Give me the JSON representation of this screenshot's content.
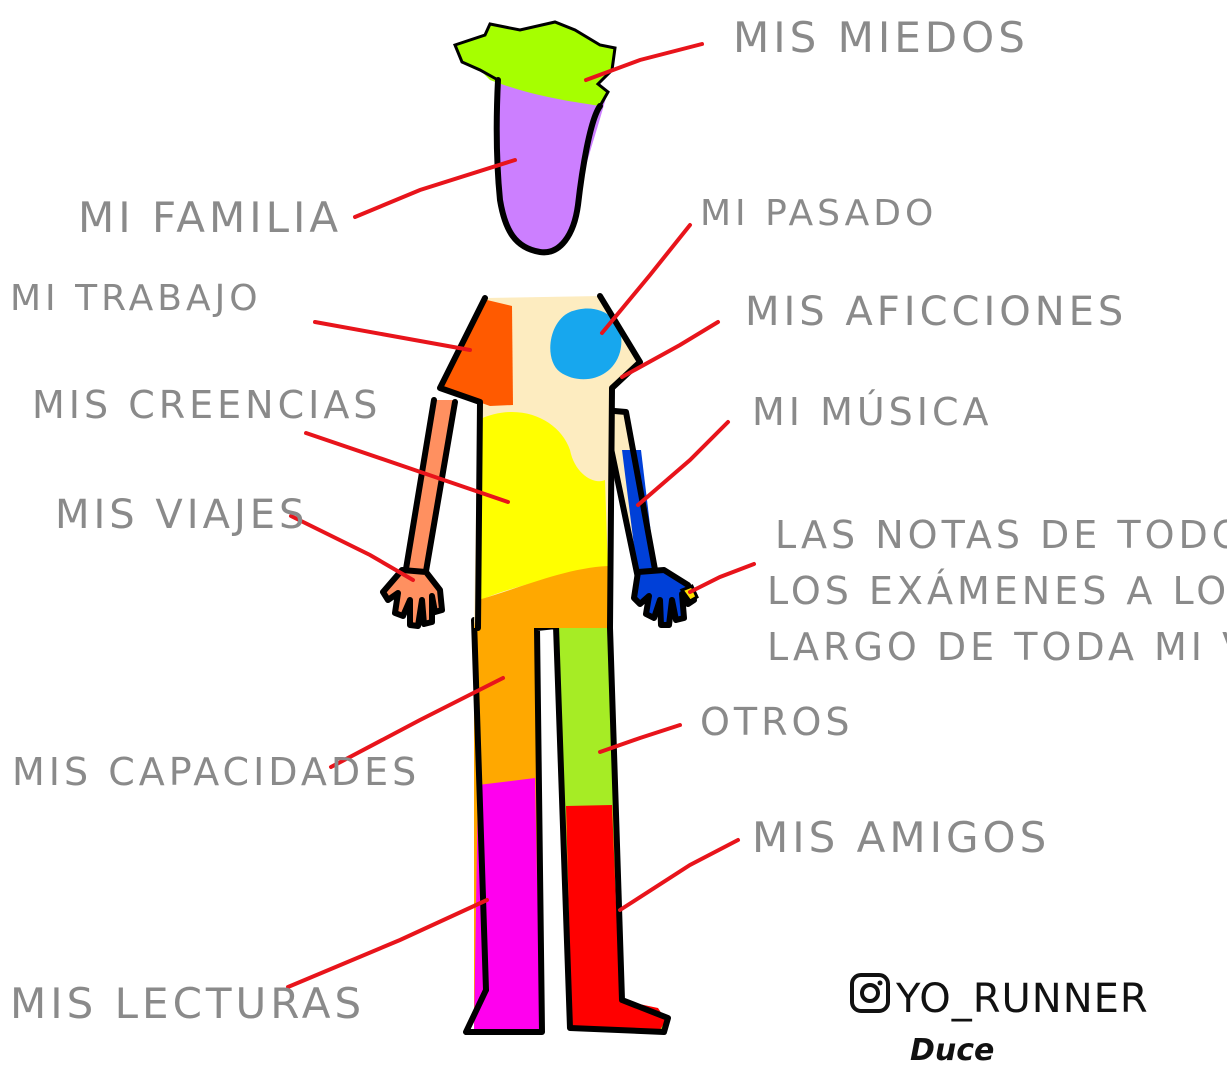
{
  "labels": {
    "miedos": "MIS MIEDOS",
    "familia": "MI FAMILIA",
    "pasado": "MI PASADO",
    "trabajo": "MI TRABAJO",
    "aficciones": "MIS AFICCIONES",
    "creencias": "MIS CREENCIAS",
    "musica": "MI MÚSICA",
    "viajes": "MIS VIAJES",
    "notas_1": "LAS NOTAS DE TODOS",
    "notas_2": "LOS EXÁMENES A LO",
    "notas_3": "LARGO DE TODA MI VIDA",
    "capacidades": "MIS CAPACIDADES",
    "otros": "OTROS",
    "amigos": "MIS AMIGOS",
    "lecturas": "MIS LECTURAS"
  },
  "credit": {
    "handle": "YO_RUNNER",
    "signature": "Duce"
  },
  "icons": {
    "instagram": "instagram-icon"
  },
  "colors": {
    "label_text": "#8a8a8a",
    "leader": "#e8141b",
    "miedos": "#a6ff00",
    "familia": "#cc7fff",
    "torso": "#fdecc0",
    "pasado": "#17a7ee",
    "trabajo": "#ff5a00",
    "creencias": "#ffff00",
    "capacidades": "#ffa800",
    "otros": "#a6ec25",
    "amigos": "#ff0000",
    "lecturas": "#ff00ee",
    "viajes": "#ff9060",
    "musica": "#0040d8",
    "notas": "#ffe000"
  }
}
